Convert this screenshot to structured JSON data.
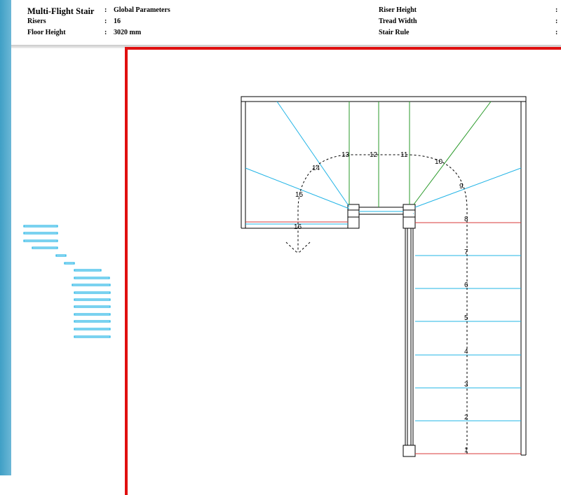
{
  "header": {
    "title": "Multi-Flight Stair",
    "colon": ":",
    "rows": [
      {
        "label": "Risers",
        "value": "16"
      },
      {
        "label": "Floor Height",
        "value": "3020 mm"
      }
    ],
    "title_value": "Global Parameters",
    "right_labels": [
      "Riser Height",
      "Tread Width",
      "Stair Rule"
    ]
  },
  "colors": {
    "frame_red": "#e01010",
    "riser_blue": "#22b4e6",
    "winder_green": "#2a9a2a",
    "first_last_red": "#d83a3a",
    "outline": "#000000"
  },
  "diagram": {
    "step_numbers": [
      "1",
      "2",
      "3",
      "4",
      "5",
      "6",
      "7",
      "8",
      "9",
      "10",
      "11",
      "12",
      "13",
      "14",
      "15",
      "16"
    ]
  }
}
